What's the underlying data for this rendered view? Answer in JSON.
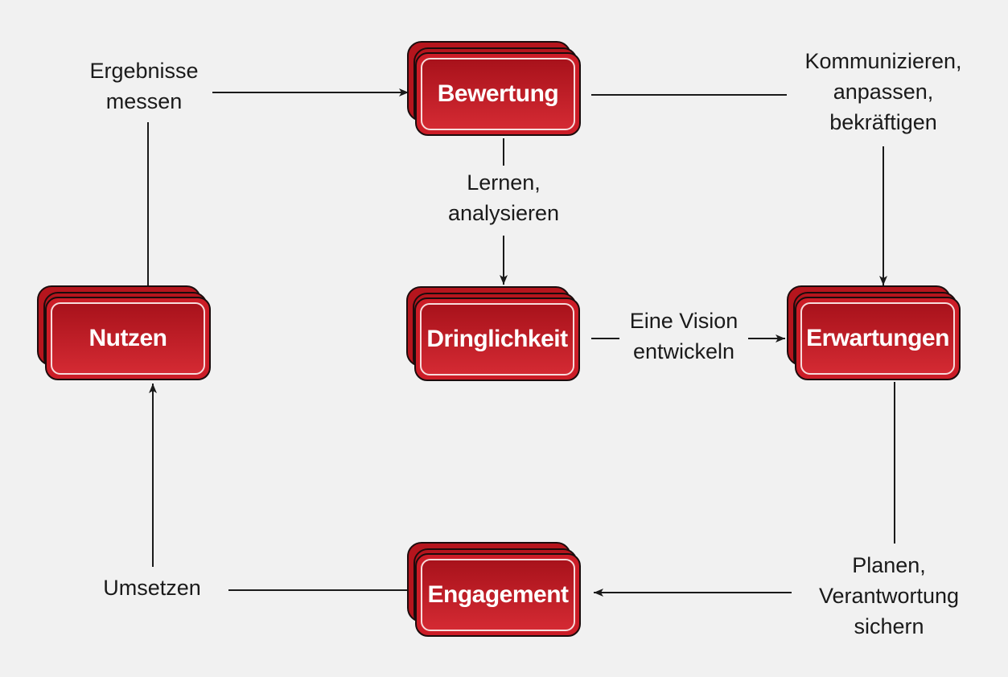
{
  "nodes": {
    "bewertung": "Bewertung",
    "dringlichkeit": "Dringlichkeit",
    "erwartungen": "Erwartungen",
    "engagement": "Engagement",
    "nutzen": "Nutzen"
  },
  "edges": {
    "ergebnisse_messen": [
      "Ergebnisse",
      "messen"
    ],
    "kommunizieren": [
      "Kommunizieren,",
      "anpassen,",
      "bekräftigen"
    ],
    "lernen": [
      "Lernen,",
      "analysieren"
    ],
    "vision": [
      "Eine Vision",
      "entwickeln"
    ],
    "planen": [
      "Planen,",
      "Verantwortung",
      "sichern"
    ],
    "umsetzen": [
      "Umsetzen"
    ]
  },
  "colors": {
    "node_fill": "#cc1d27",
    "node_border": "#1b0c0d",
    "line": "#1a1a1a",
    "background": "#f1f1f1"
  }
}
